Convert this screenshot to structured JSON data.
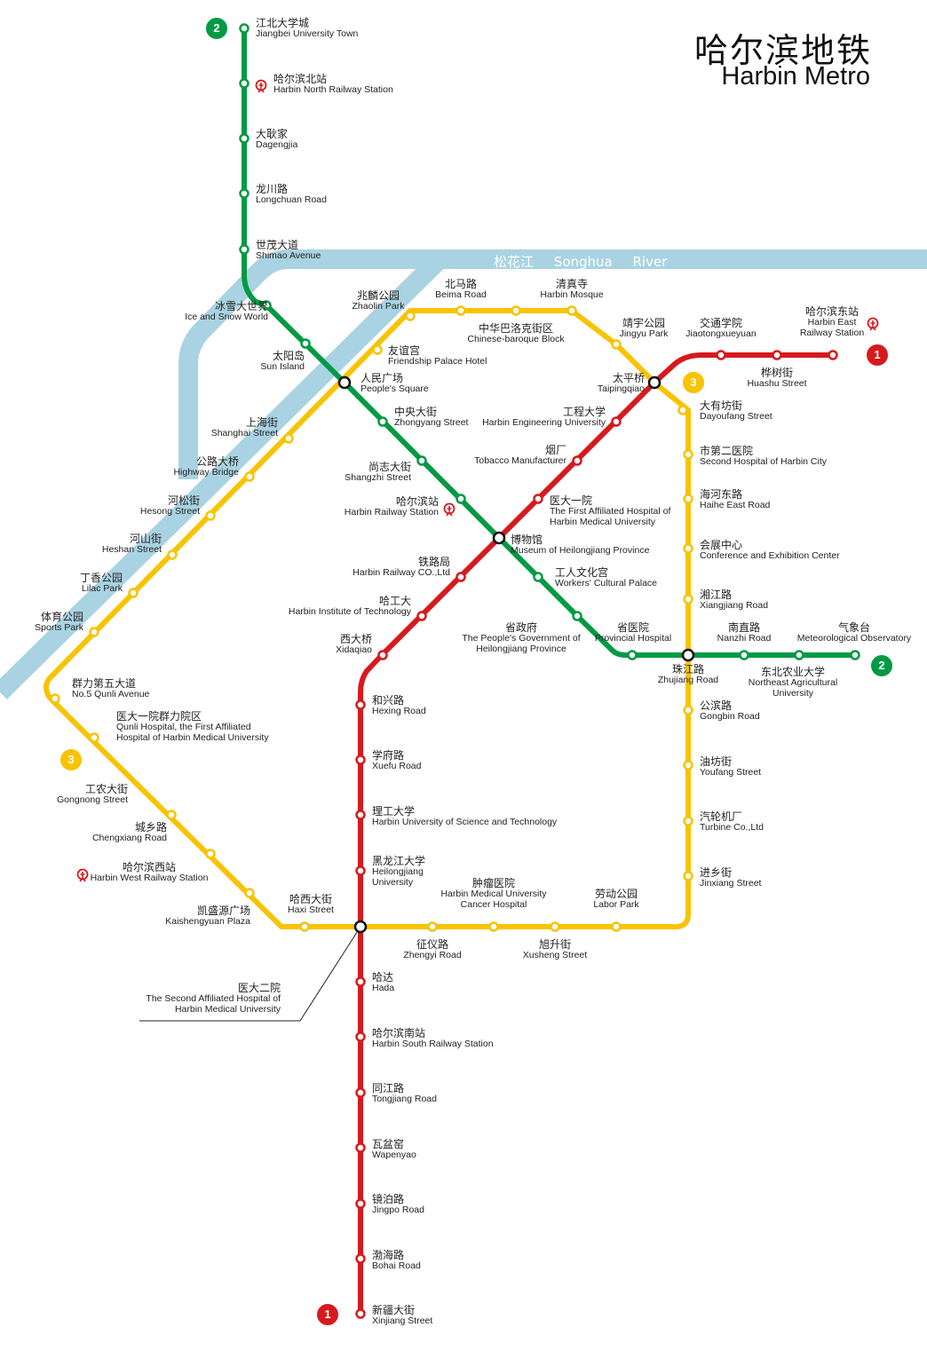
{
  "title": {
    "cn": "哈尔滨地铁",
    "en": "Harbin Metro"
  },
  "river": {
    "cn": "松花江",
    "en": "Songhua River"
  },
  "colors": {
    "line1": "#d7191e",
    "line2": "#009a44",
    "line3": "#f8c300",
    "river": "#a9d3e2"
  },
  "lines": [
    {
      "id": "1",
      "color": "#d7191e"
    },
    {
      "id": "2",
      "color": "#009a44"
    },
    {
      "id": "3",
      "color": "#f8c300"
    }
  ],
  "stations": [
    {
      "cn": "江北大学城",
      "en": "Jiangbei University Town"
    },
    {
      "cn": "哈尔滨北站",
      "en": "Harbin North Railway Station"
    },
    {
      "cn": "大耿家",
      "en": "Dagengjia"
    },
    {
      "cn": "龙川路",
      "en": "Longchuan Road"
    },
    {
      "cn": "世茂大道",
      "en": "Shimao Avenue"
    },
    {
      "cn": "冰雪大世界",
      "en": "Ice and Snow World"
    },
    {
      "cn": "太阳岛",
      "en": "Sun Island"
    },
    {
      "cn": "人民广场",
      "en": "People's Square"
    },
    {
      "cn": "中央大街",
      "en": "Zhongyang Street"
    },
    {
      "cn": "尚志大街",
      "en": "Shangzhi Street"
    },
    {
      "cn": "哈尔滨站",
      "en": "Harbin Railway Station"
    },
    {
      "cn": "博物馆",
      "en": "Museum of Heilongjiang Province"
    },
    {
      "cn": "工人文化宫",
      "en": "Workers' Cultural Palace"
    },
    {
      "cn": "省医院",
      "en": "Provincial Hospital"
    },
    {
      "cn": "珠江路",
      "en": "Zhujiang Road"
    },
    {
      "cn": "南直路",
      "en": "Nanzhi Road"
    },
    {
      "cn": "气象台",
      "en": "Meteorological Observatory"
    },
    {
      "cn": "哈尔滨东站",
      "en": "Harbin East Railway Station"
    },
    {
      "cn": "交通学院",
      "en": "Jiaotongxueyuan"
    },
    {
      "cn": "桦树街",
      "en": "Huashu Street"
    },
    {
      "cn": "太平桥",
      "en": "Taipingqiao"
    },
    {
      "cn": "工程大学",
      "en": "Harbin Engineering University"
    },
    {
      "cn": "烟厂",
      "en": "Tobacco Manufacturer"
    },
    {
      "cn": "医大一院",
      "en": "The First Affiliated Hospital of Harbin Medical University"
    },
    {
      "cn": "铁路局",
      "en": "Harbin Railway CO.,Ltd"
    },
    {
      "cn": "哈工大",
      "en": "Harbin Institute of Technology"
    },
    {
      "cn": "西大桥",
      "en": "Xidaqiao"
    },
    {
      "cn": "和兴路",
      "en": "Hexing Road"
    },
    {
      "cn": "学府路",
      "en": "Xuefu Road"
    },
    {
      "cn": "理工大学",
      "en": "Harbin University of Science and Technology"
    },
    {
      "cn": "黑龙江大学",
      "en": "Heilongjiang University"
    },
    {
      "cn": "医大二院",
      "en": "The Second Affiliated Hospital of Harbin Medical University"
    },
    {
      "cn": "哈达",
      "en": "Hada"
    },
    {
      "cn": "哈尔滨南站",
      "en": "Harbin South Railway Station"
    },
    {
      "cn": "同江路",
      "en": "Tongjiang Road"
    },
    {
      "cn": "瓦盆窑",
      "en": "Wapenyao"
    },
    {
      "cn": "镜泊路",
      "en": "Jingpo Road"
    },
    {
      "cn": "渤海路",
      "en": "Bohai Road"
    },
    {
      "cn": "新疆大街",
      "en": "Xinjiang Street"
    },
    {
      "cn": "兆麟公园",
      "en": "Zhaolin Park"
    },
    {
      "cn": "北马路",
      "en": "Beima Road"
    },
    {
      "cn": "清真寺",
      "en": "Harbin Mosque"
    },
    {
      "cn": "中华巴洛克街区",
      "en": "Chinese-baroque Block"
    },
    {
      "cn": "靖宇公园",
      "en": "Jingyu Park"
    },
    {
      "cn": "友谊宫",
      "en": "Friendship Palace Hotel"
    },
    {
      "cn": "上海街",
      "en": "Shanghai Street"
    },
    {
      "cn": "公路大桥",
      "en": "Highway Bridge"
    },
    {
      "cn": "河松街",
      "en": "Hesong Street"
    },
    {
      "cn": "河山街",
      "en": "Heshan Street"
    },
    {
      "cn": "丁香公园",
      "en": "Lilac Park"
    },
    {
      "cn": "体育公园",
      "en": "Sports Park"
    },
    {
      "cn": "群力第五大道",
      "en": "No.5 Qunli Avenue"
    },
    {
      "cn": "医大一院群力院区",
      "en": "Qunli Hospital, the First Affiliated Hospital of Harbin Medical University"
    },
    {
      "cn": "工农大街",
      "en": "Gongnong Street"
    },
    {
      "cn": "城乡路",
      "en": "Chengxiang Road"
    },
    {
      "cn": "哈尔滨西站",
      "en": "Harbin West Railway Station"
    },
    {
      "cn": "凯盛源广场",
      "en": "Kaishengyuan Plaza"
    },
    {
      "cn": "哈西大街",
      "en": "Haxi Street"
    },
    {
      "cn": "征仪路",
      "en": "Zhengyi Road"
    },
    {
      "cn": "肿瘤医院",
      "en": "Harbin Medical University Cancer Hospital"
    },
    {
      "cn": "旭升街",
      "en": "Xusheng Street"
    },
    {
      "cn": "劳动公园",
      "en": "Labor Park"
    },
    {
      "cn": "进乡街",
      "en": "Jinxiang Street"
    },
    {
      "cn": "汽轮机厂",
      "en": "Turbine Co.,Ltd"
    },
    {
      "cn": "油坊街",
      "en": "Youfang Street"
    },
    {
      "cn": "公滨路",
      "en": "Gongbin Road"
    },
    {
      "cn": "东北农业大学",
      "en": "Northeast Agricultural University"
    },
    {
      "cn": "湘江路",
      "en": "Xiangjiang Road"
    },
    {
      "cn": "会展中心",
      "en": "Conference and Exhibition Center"
    },
    {
      "cn": "海河东路",
      "en": "Haihe East Road"
    },
    {
      "cn": "市第二医院",
      "en": "Second Hospital of Harbin City"
    },
    {
      "cn": "大有坊街",
      "en": "Dayoufang Street"
    },
    {
      "cn": "省政府",
      "en": "The People's Government of Heilongjiang Province"
    }
  ]
}
